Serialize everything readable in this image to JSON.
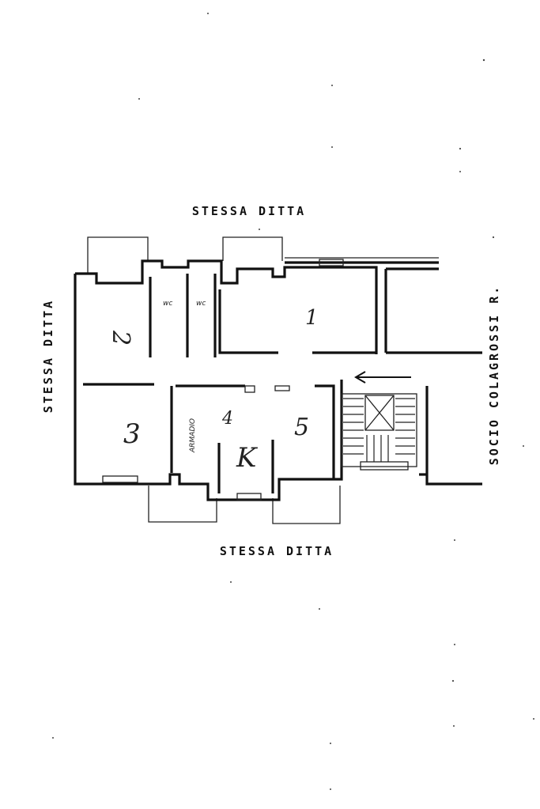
{
  "labels": {
    "top": "STESSA  DITTA",
    "bottom": "STESSA  DITTA",
    "left": "STESSA  DITTA",
    "right": "SOCIO COLAGROSSI R."
  },
  "rooms": {
    "wc_1": "wc",
    "wc_2": "wc",
    "closet": "ARMADIO",
    "room_1": "1",
    "room_2": "2",
    "room_3": "3",
    "room_4": "4",
    "room_5": "5",
    "kitchen": "K"
  }
}
